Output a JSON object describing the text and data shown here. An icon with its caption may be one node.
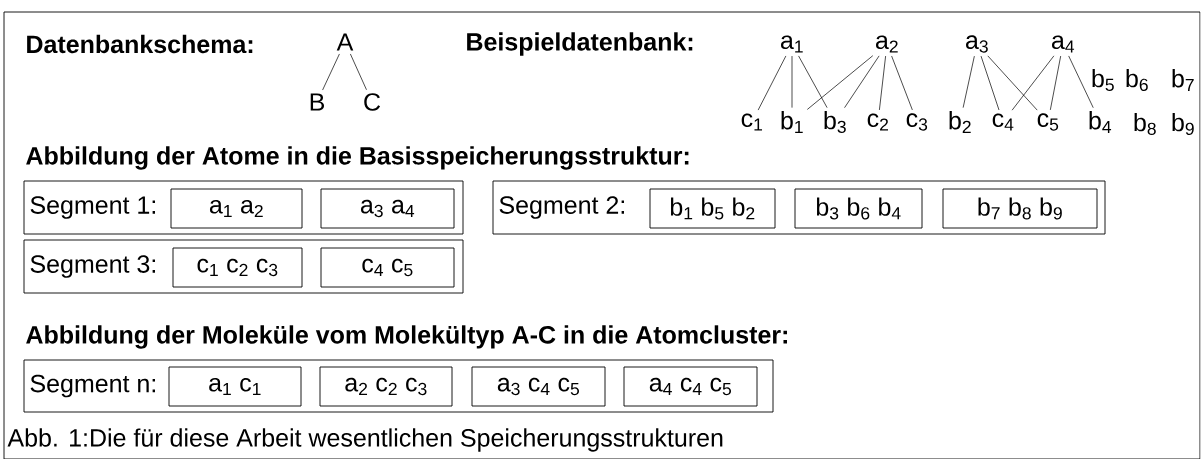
{
  "diagram": {
    "caption": "Abb. 1:Die für diese Arbeit wesentlichen Speicherungsstrukturen",
    "nodes": [
      {
        "text": [
          "A"
        ]
      },
      {
        "text": [
          "B"
        ]
      },
      {
        "text": [
          "C"
        ]
      },
      {
        "text": [
          "a$_{1}$"
        ]
      },
      {
        "text": [
          "a$_{2}$"
        ]
      },
      {
        "text": [
          "a$_{3}$"
        ]
      },
      {
        "text": [
          "a$_{4}$"
        ]
      },
      {
        "text": [
          "c$_{1}$"
        ]
      },
      {
        "text": [
          "b$_{1}$"
        ]
      },
      {
        "text": [
          "b$_{3}$"
        ]
      },
      {
        "text": [
          "c$_{2}$"
        ]
      },
      {
        "text": [
          "c$_{3}$"
        ]
      },
      {
        "text": [
          "b$_{2}$"
        ]
      },
      {
        "text": [
          "c$_{4}$"
        ]
      },
      {
        "text": [
          "c$_{5}$"
        ]
      },
      {
        "text": [
          "b$_{4}$"
        ]
      },
      {
        "text": [
          "Segment 1:"
        ]
      },
      {
        "text": [
          "a$_{1}$ a$_{2}$"
        ],
        "in": 16
      },
      {
        "text": [
          "a$_{3}$ a$_{4}$"
        ],
        "in": 16
      },
      {
        "text": [
          "Segment 2:"
        ]
      },
      {
        "text": [
          "b$_{1}$ b$_{5}$ b$_{2}$"
        ],
        "in": 19
      },
      {
        "text": [
          "b$_{3}$ b$_{6}$ b$_{4}$"
        ],
        "in": 19
      },
      {
        "text": [
          "b$_{7}$ b$_{8}$ b$_{9}$"
        ],
        "in": 19
      },
      {
        "text": [
          "Segment 3:"
        ]
      },
      {
        "text": [
          "c$_{1}$ c$_{2}$ c$_{3}$"
        ],
        "in": 23
      },
      {
        "text": [
          "c$_{4}$ c$_{5}$"
        ],
        "in": 23
      },
      {
        "text": [
          "Segment n:"
        ]
      },
      {
        "text": [
          "a$_{1}$ c$_{1}$"
        ],
        "in": 26
      },
      {
        "text": [
          "a$_{2}$ c$_{2}$ c$_{3}$"
        ],
        "in": 26
      },
      {
        "text": [
          "a$_{3}$ c$_{4}$ c$_{5}$"
        ],
        "in": 26
      },
      {
        "text": [
          "a$_{4}$ c$_{4}$ c$_{5}$"
        ],
        "in": 26
      }
    ],
    "edges": [
      {
        "from": 0,
        "to": 1,
        "arrow": "none"
      },
      {
        "from": 0,
        "to": 2,
        "arrow": "none"
      },
      {
        "from": 3,
        "to": 7,
        "arrow": "none"
      },
      {
        "from": 3,
        "to": 8,
        "arrow": "none"
      },
      {
        "from": 3,
        "to": 9,
        "arrow": "none"
      },
      {
        "from": 4,
        "to": 8,
        "arrow": "none"
      },
      {
        "from": 4,
        "to": 9,
        "arrow": "none"
      },
      {
        "from": 4,
        "to": 10,
        "arrow": "none"
      },
      {
        "from": 4,
        "to": 11,
        "arrow": "none"
      },
      {
        "from": 5,
        "to": 12,
        "arrow": "none"
      },
      {
        "from": 5,
        "to": 13,
        "arrow": "none"
      },
      {
        "from": 5,
        "to": 14,
        "arrow": "none"
      },
      {
        "from": 6,
        "to": 13,
        "arrow": "none"
      },
      {
        "from": 6,
        "to": 14,
        "arrow": "none"
      },
      {
        "from": 6,
        "to": 15,
        "arrow": "none"
      }
    ],
    "labels": [
      "Datenbankschema:",
      "Beispieldatenbank:",
      "b$_{5}$",
      "b$_{6}$",
      "b$_{7}$",
      "b$_{8}$",
      "b$_{9}$",
      "Abbildung der Atome in die Basisspeicherungsstruktur:",
      "Abbildung der Moleküle vom Molekültyp A-C in die Atomcluster:"
    ]
  }
}
